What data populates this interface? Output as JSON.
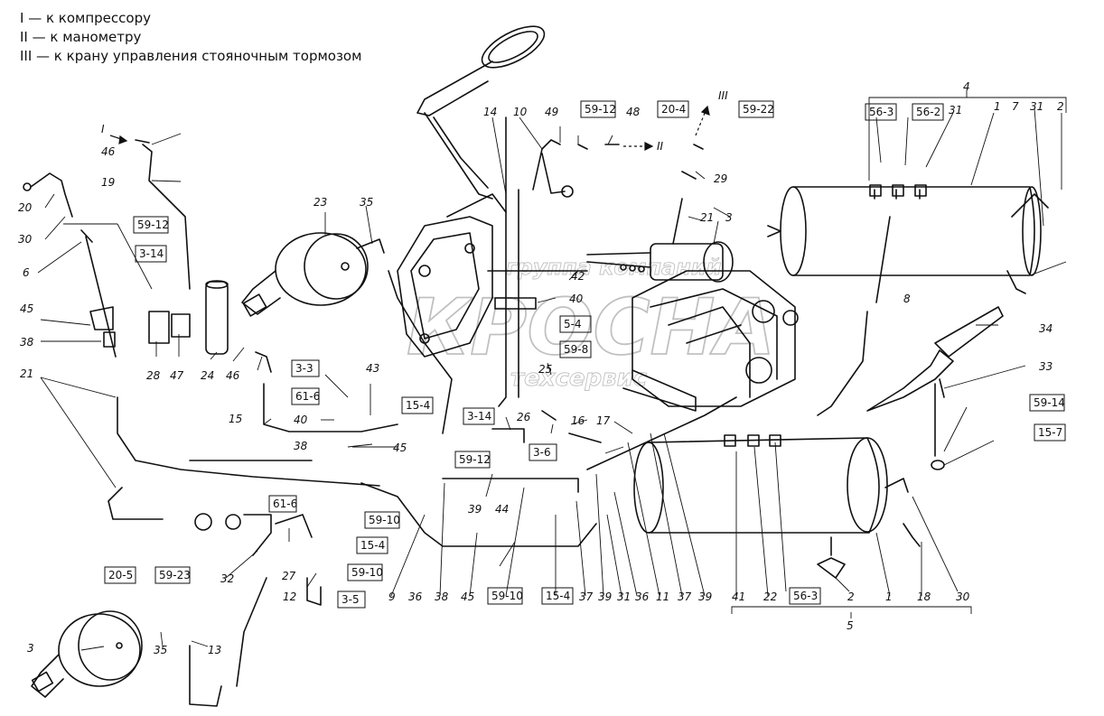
{
  "legend": [
    "I — к компрессору",
    "II — к манометру",
    "III — к крану управления стояночным тормозом"
  ],
  "roman_markers": {
    "one": "I",
    "two": "II",
    "three": "III"
  },
  "watermark": {
    "line1": "группа компаний",
    "line2": "КРОСНА",
    "line3": "техсервис"
  },
  "labels": {
    "l1a": "1",
    "l1b": "1",
    "l2a": "2",
    "l2b": "2",
    "l3a": "3",
    "l3b": "3",
    "l4": "4",
    "l5": "5",
    "l6": "6",
    "l7": "7",
    "l8": "8",
    "l9": "9",
    "l10": "10",
    "l11": "11",
    "l12": "12",
    "l13": "13",
    "l14": "14",
    "l15": "15",
    "l16": "16",
    "l17": "17",
    "l18": "18",
    "l19": "19",
    "l20": "20",
    "l21a": "21",
    "l21b": "21",
    "l22": "22",
    "l23": "23",
    "l24": "24",
    "l25": "25",
    "l26": "26",
    "l27": "27",
    "l28": "28",
    "l29": "29",
    "l30a": "30",
    "l30b": "30",
    "l31a": "31",
    "l31b": "31",
    "l31c": "31",
    "l32": "32",
    "l33": "33",
    "l34": "34",
    "l35a": "35",
    "l35b": "35",
    "l36a": "36",
    "l36b": "36",
    "l37a": "37",
    "l37b": "37",
    "l38a": "38",
    "l38b": "38",
    "l38c": "38",
    "l39a": "39",
    "l39b": "39",
    "l39c": "39",
    "l40a": "40",
    "l40b": "40",
    "l41": "41",
    "l42": "42",
    "l43": "43",
    "l44": "44",
    "l45a": "45",
    "l45b": "45",
    "l45c": "45",
    "l46a": "46",
    "l46b": "46",
    "l47": "47",
    "l48": "48",
    "l49": "49"
  },
  "boxes": {
    "b1": "59-12",
    "b2": "20-4",
    "b3": "59-22",
    "b4": "56-3",
    "b5": "56-2",
    "b6": "59-12",
    "b7": "3-14",
    "b8": "3-3",
    "b9": "61-6",
    "b10": "15-4",
    "b11": "5-4",
    "b12": "59-8",
    "b13": "3-14",
    "b14": "59-12",
    "b15": "3-6",
    "b16": "61-6",
    "b17": "59-10",
    "b18": "15-4",
    "b19": "59-10",
    "b20": "3-5",
    "b21": "20-5",
    "b22": "59-23",
    "b23": "59-10",
    "b24": "15-4",
    "b25": "56-3",
    "b26": "59-14",
    "b27": "15-7"
  }
}
